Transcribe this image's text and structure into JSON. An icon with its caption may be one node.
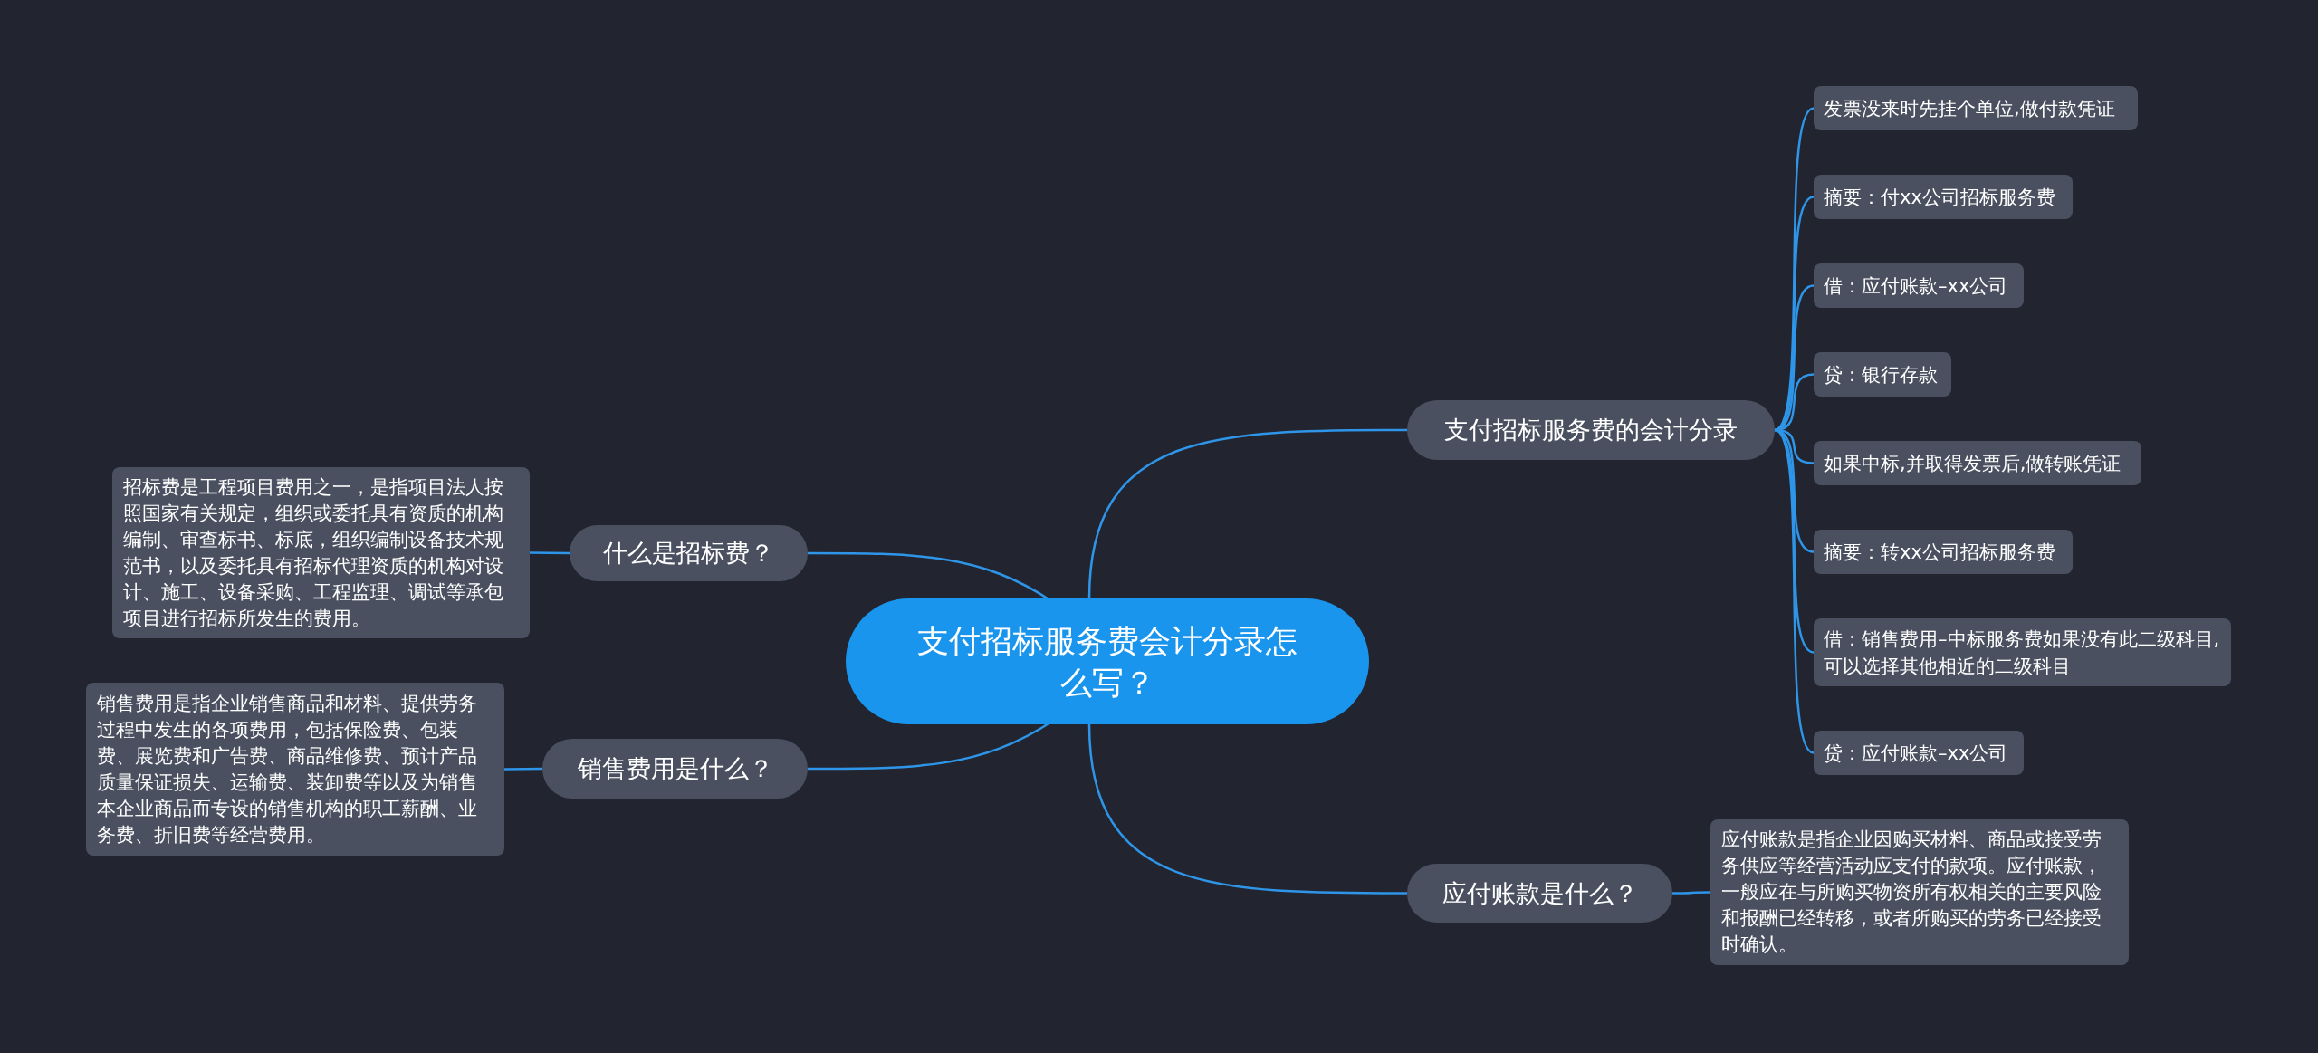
{
  "diagram": {
    "nodes": [
      {
        "text": [
          "支付招标服务费会计分录怎么写？"
        ]
      },
      {
        "text": [
          "什么是招标费？"
        ]
      },
      {
        "text": [
          "招标费是工程项目费用之一，是指项目法人按照国家有关规定，组织或委托具有资质的机构编制、审查标书、标底，组织编制设备技术规范书，以及委托具有招标代理资质的机构对设计、施工、设备采购、工程监理、调试等承包项目进行招标所发生的费用。"
        ]
      },
      {
        "text": [
          "销售费用是什么？"
        ]
      },
      {
        "text": [
          "销售费用是指企业销售商品和材料、提供劳务过程中发生的各项费用，包括保险费、包装费、展览费和广告费、商品维修费、预计产品质量保证损失、运输费、装卸费等以及为销售本企业商品而专设的销售机构的职工薪酬、业务费、折旧费等经营费用。"
        ]
      },
      {
        "text": [
          "支付招标服务费的会计分录"
        ]
      },
      {
        "text": [
          "发票没来时先挂个单位,做付款凭证"
        ]
      },
      {
        "text": [
          "摘要：付xx公司招标服务费"
        ]
      },
      {
        "text": [
          "借：应付账款–xx公司"
        ]
      },
      {
        "text": [
          "贷：银行存款"
        ]
      },
      {
        "text": [
          "如果中标,并取得发票后,做转账凭证"
        ]
      },
      {
        "text": [
          "摘要：转xx公司招标服务费"
        ]
      },
      {
        "text": [
          "借：销售费用–中标服务费如果没有此二级科目,可以选择其他相近的二级科目"
        ]
      },
      {
        "text": [
          "贷：应付账款–xx公司"
        ]
      },
      {
        "text": [
          "应付账款是什么？"
        ]
      },
      {
        "text": [
          "应付账款是指企业因购买材料、商品或接受劳务供应等经营活动应支付的款项。应付账款，一般应在与所购买物资所有权相关的主要风险和报酬已经转移，或者所购买的劳务已经接受时确认。"
        ]
      }
    ],
    "edges": [
      {
        "from": 0,
        "to": 1,
        "arrow": "none"
      },
      {
        "from": 1,
        "to": 2,
        "arrow": "none"
      },
      {
        "from": 0,
        "to": 3,
        "arrow": "none"
      },
      {
        "from": 3,
        "to": 4,
        "arrow": "none"
      },
      {
        "from": 0,
        "to": 5,
        "arrow": "none"
      },
      {
        "from": 5,
        "to": 6,
        "arrow": "none"
      },
      {
        "from": 5,
        "to": 7,
        "arrow": "none"
      },
      {
        "from": 5,
        "to": 8,
        "arrow": "none"
      },
      {
        "from": 5,
        "to": 9,
        "arrow": "none"
      },
      {
        "from": 5,
        "to": 10,
        "arrow": "none"
      },
      {
        "from": 5,
        "to": 11,
        "arrow": "none"
      },
      {
        "from": 5,
        "to": 12,
        "arrow": "none"
      },
      {
        "from": 5,
        "to": 13,
        "arrow": "none"
      },
      {
        "from": 0,
        "to": 14,
        "arrow": "none"
      },
      {
        "from": 14,
        "to": 15,
        "arrow": "none"
      }
    ]
  }
}
